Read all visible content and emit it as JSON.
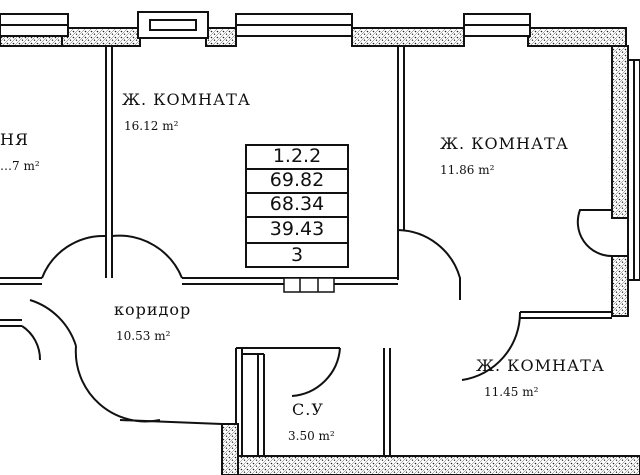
{
  "plan": {
    "rooms": [
      {
        "id": "partial",
        "name": "НЯ",
        "area": "…7",
        "unit": "m²"
      },
      {
        "id": "room-1",
        "name": "Ж. КОМНАТА",
        "area": "16.12",
        "unit": "m²"
      },
      {
        "id": "room-2",
        "name": "Ж. КОМНАТА",
        "area": "11.86",
        "unit": "m²"
      },
      {
        "id": "corridor",
        "name": "коридор",
        "area": "10.53",
        "unit": "m²"
      },
      {
        "id": "bathroom",
        "name": "С.У",
        "area": "3.50",
        "unit": "m²"
      },
      {
        "id": "room-3",
        "name": "Ж. КОМНАТА",
        "area": "11.45",
        "unit": "m²"
      }
    ],
    "apartment_table": {
      "rows": [
        "1.2.2",
        "69.82",
        "68.34",
        "39.43",
        "3"
      ]
    }
  },
  "style": {
    "line_color": "#111111",
    "background": "#ffffff"
  }
}
